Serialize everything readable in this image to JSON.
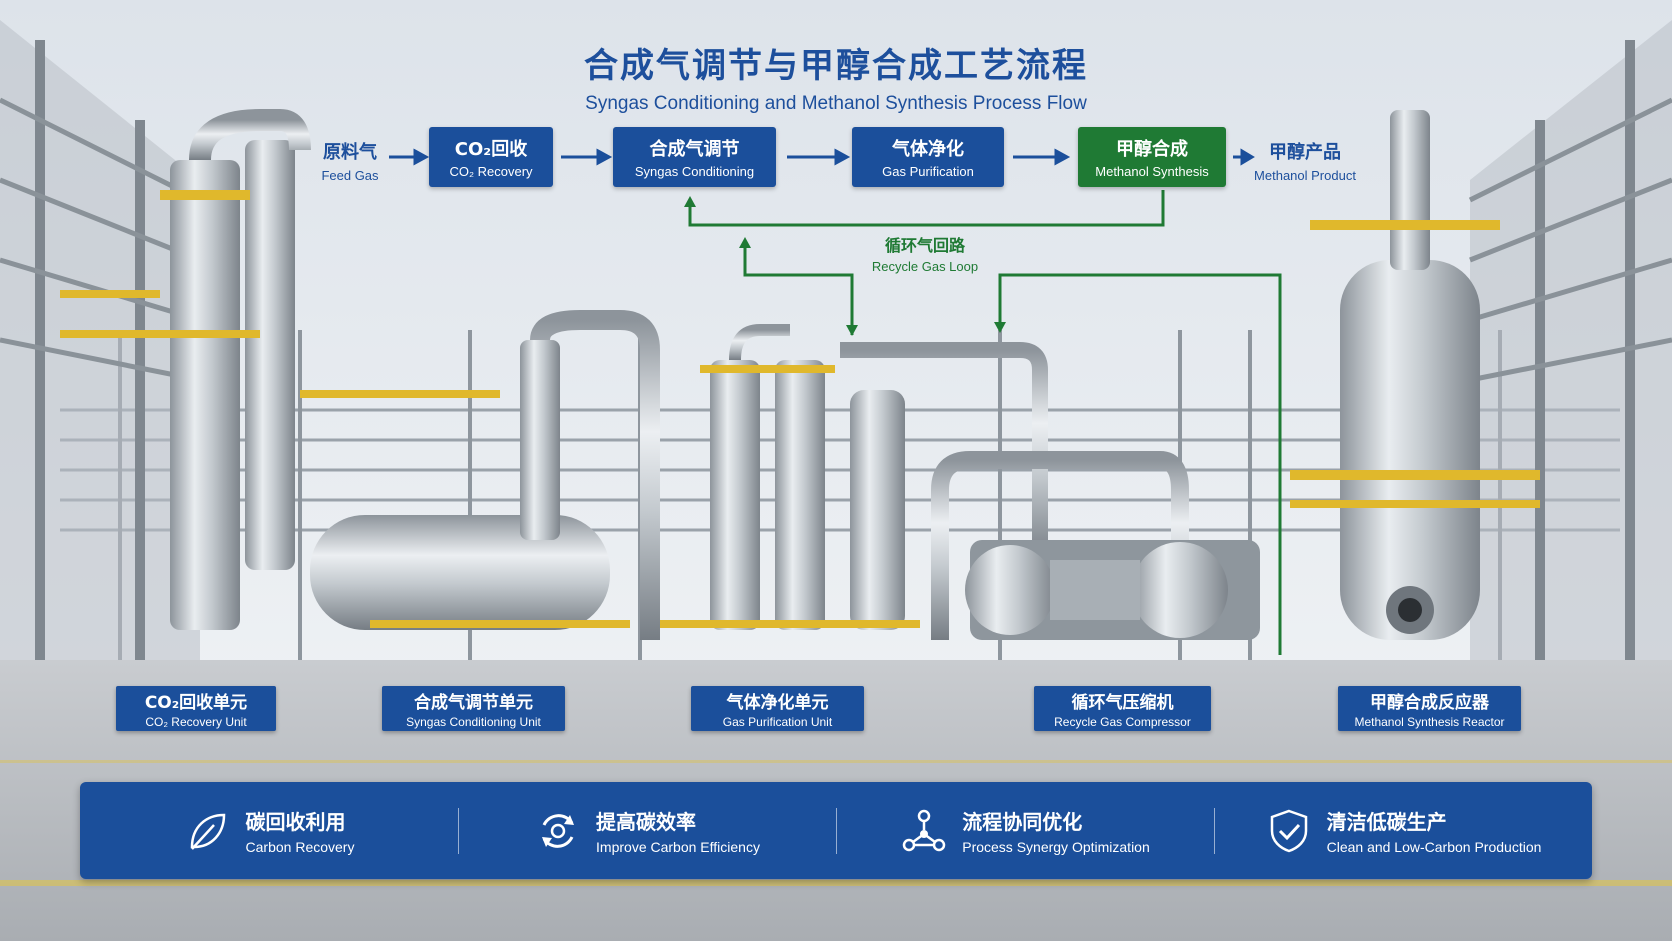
{
  "title": {
    "zh": "合成气调节与甲醇合成工艺流程",
    "en": "Syngas Conditioning and Methanol Synthesis Process Flow"
  },
  "flow": {
    "input": {
      "zh": "原料气",
      "en": "Feed Gas"
    },
    "steps": [
      {
        "zh": "CO₂回收",
        "en": "CO₂ Recovery",
        "color": "#1b4f9b"
      },
      {
        "zh": "合成气调节",
        "en": "Syngas Conditioning",
        "color": "#1b4f9b"
      },
      {
        "zh": "气体净化",
        "en": "Gas Purification",
        "color": "#1b4f9b"
      },
      {
        "zh": "甲醇合成",
        "en": "Methanol Synthesis",
        "color": "#1f7a34"
      }
    ],
    "output": {
      "zh": "甲醇产品",
      "en": "Methanol Product"
    },
    "recycle": {
      "zh": "循环气回路",
      "en": "Recycle Gas Loop",
      "color": "#1f7a34"
    }
  },
  "units": [
    {
      "zh": "CO₂回收单元",
      "en": "CO₂ Recovery Unit"
    },
    {
      "zh": "合成气调节单元",
      "en": "Syngas Conditioning Unit"
    },
    {
      "zh": "气体净化单元",
      "en": "Gas Purification Unit"
    },
    {
      "zh": "循环气压缩机",
      "en": "Recycle Gas Compressor"
    },
    {
      "zh": "甲醇合成反应器",
      "en": "Methanol Synthesis Reactor"
    }
  ],
  "benefits": [
    {
      "zh": "碳回收利用",
      "en": "Carbon Recovery",
      "icon": "leaf-icon"
    },
    {
      "zh": "提高碳效率",
      "en": "Improve Carbon Efficiency",
      "icon": "recycle-co2-icon"
    },
    {
      "zh": "流程协同优化",
      "en": "Process Synergy Optimization",
      "icon": "network-icon"
    },
    {
      "zh": "清洁低碳生产",
      "en": "Clean and Low-Carbon Production",
      "icon": "shield-check-icon"
    }
  ],
  "colors": {
    "primary_blue": "#1b4f9b",
    "accent_green": "#1f7a34"
  }
}
